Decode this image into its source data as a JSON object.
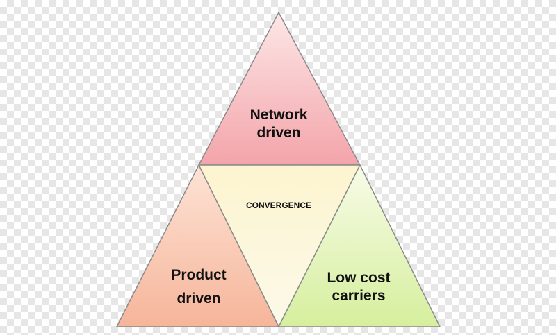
{
  "segments": {
    "top": {
      "label": "Network\ndriven",
      "color_top": "#fde7e7",
      "color_bottom": "#f3a4aa"
    },
    "center": {
      "label": "CONVERGENCE",
      "color_top": "#fdf4cf",
      "color_bottom": "#fbf9e9"
    },
    "left": {
      "label": "Product\ndriven",
      "color_top": "#fde3d5",
      "color_bottom": "#f6b59a"
    },
    "right": {
      "label": "Low cost\ncarriers",
      "color_top": "#f7fbe8",
      "color_bottom": "#d6ef9d"
    }
  },
  "outline_color": "#8a8a8a"
}
